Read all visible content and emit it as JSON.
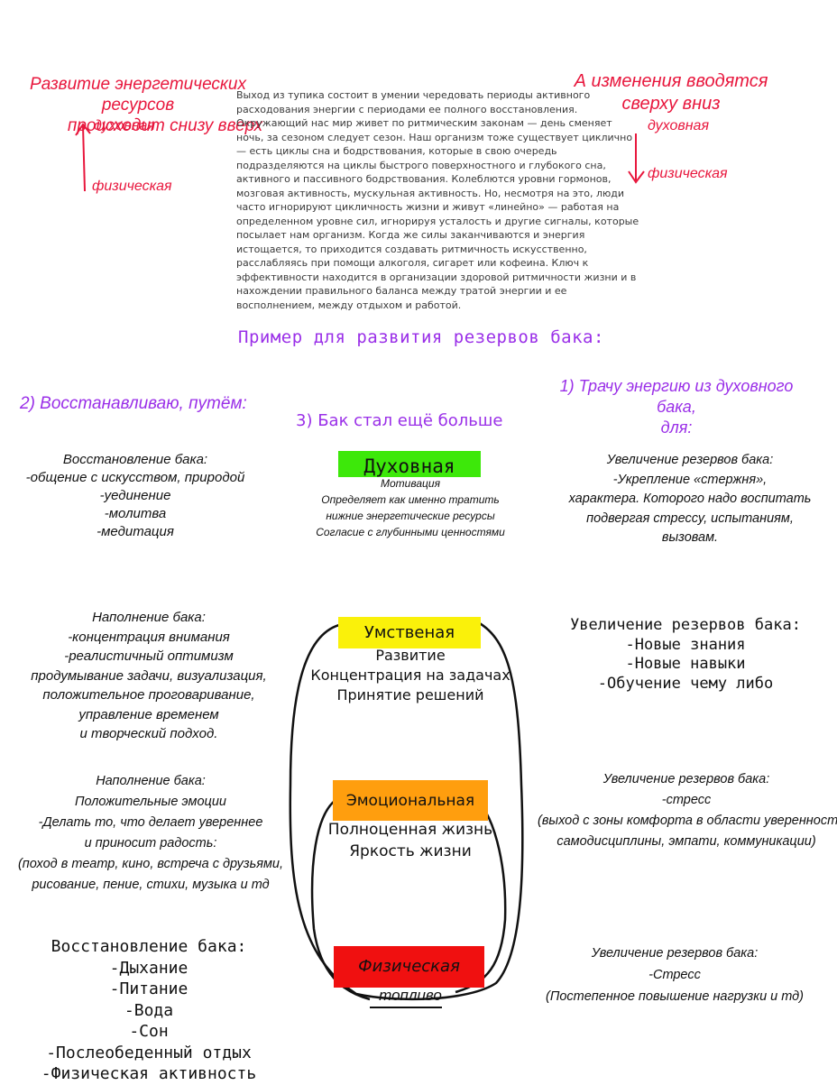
{
  "top_left_note": {
    "title_line1": "Развитие энергетических ресурсов",
    "title_line2": "происходит снизу вверх",
    "top_label": "духовная",
    "bottom_label": "физическая"
  },
  "top_right_note": {
    "title_line1": "А изменения вводятся",
    "title_line2": "сверху вниз",
    "top_label": "духовная",
    "bottom_label": "физическая"
  },
  "paragraph_lines": [
    "Выход из тупика состоит в умении чередовать периоды активного",
    "расходования энергии с периодами ее полного восстановления.",
    "Окружающий нас мир живет по ритмическим законам — день сменяет",
    "ночь, за сезоном следует сезон. Наш организм тоже существует циклично",
    "— есть циклы сна и бодрствования, которые в свою очередь",
    "подразделяются на циклы быстрого поверхностного и глубокого сна,",
    "активного и пассивного бодрствования. Колеблются уровни гормонов,",
    "мозговая активность, мускульная активность. Но, несмотря на это, люди",
    "часто игнорируют цикличность жизни и живут «линейно» — работая на",
    "определенном уровне сил, игнорируя усталость и другие сигналы, которые",
    "посылает нам организм. Когда же силы заканчиваются и энергия",
    "истощается, то приходится создавать ритмичность искусственно,",
    "расслабляясь при помощи алкоголя, сигарет или кофеина. Ключ к",
    "эффективности находится в организации здоровой ритмичности жизни и в",
    "нахождении правильного баланса между тратой энергии и ее",
    "восполнением, между отдыхом и работой."
  ],
  "example_title": "Пример для развития резервов бака:",
  "col_left_title": "2) Восстанавливаю, путём:",
  "col_center_title": "3) Бак стал ещё больше",
  "col_right_title_line1": "1) Трачу энергию из духовного бака,",
  "col_right_title_line2": "для:",
  "levels": [
    {
      "label": "Духовная",
      "color": "#3de80a",
      "center_lines": [
        "Мотивация",
        "Определяет как именно тратить",
        "нижние энергетические ресурсы",
        "Согласие с глубинными ценностями"
      ],
      "left_lines": [
        "Восстановление бака:",
        "-общение с искусством, природой",
        "-уединение",
        "-молитва",
        "-медитация"
      ],
      "right_lines": [
        "Увеличение резервов бака:",
        "-Укрепление «стержня»,",
        "характера. Которого надо воспитать",
        "подвергая стрессу, испытаниям,",
        "вызовам."
      ]
    },
    {
      "label": "Умственая",
      "color": "#faf10a",
      "center_lines": [
        "Развитие",
        "Концентрация на задачах",
        "Принятие решений"
      ],
      "left_lines": [
        "Наполнение бака:",
        "-концентрация внимания",
        "-реалистичный оптимизм",
        "продумывание задачи, визуализация,",
        "положительное проговаривание,",
        "управление временем",
        "и творческий подход."
      ],
      "right_lines": [
        "Увеличение резервов бака:",
        "-Новые знания",
        "-Новые навыки",
        "-Обучение чему либо"
      ]
    },
    {
      "label": "Эмоциональная",
      "color": "#ff9e0e",
      "center_lines": [
        "Полноценная жизнь",
        "Яркость жизни"
      ],
      "left_lines": [
        "Наполнение бака:",
        "Положительные эмоции",
        "-Делать то, что делает увереннее",
        "и приносит радость:",
        "(поход в театр, кино, встреча с друзьями,",
        "рисование, пение, стихи, музыка и тд"
      ],
      "right_lines": [
        "Увеличение резервов бака:",
        "-стресс",
        "(выход с зоны комфорта в области уверенности",
        "самодисциплины, эмпати, коммуникации)"
      ]
    },
    {
      "label": "Физическая",
      "color": "#f01010",
      "center_lines": [
        "топливо"
      ],
      "left_lines": [
        "Восстановление бака:",
        "-Дыхание",
        "-Питание",
        "-Вода",
        "-Сон",
        "-Послеобеденный отдых",
        "-Физическая активность"
      ],
      "right_lines": [
        "Увеличение резервов бака:",
        "-Стресс",
        "(Постепенное повышение нагрузки и тд)"
      ]
    }
  ]
}
